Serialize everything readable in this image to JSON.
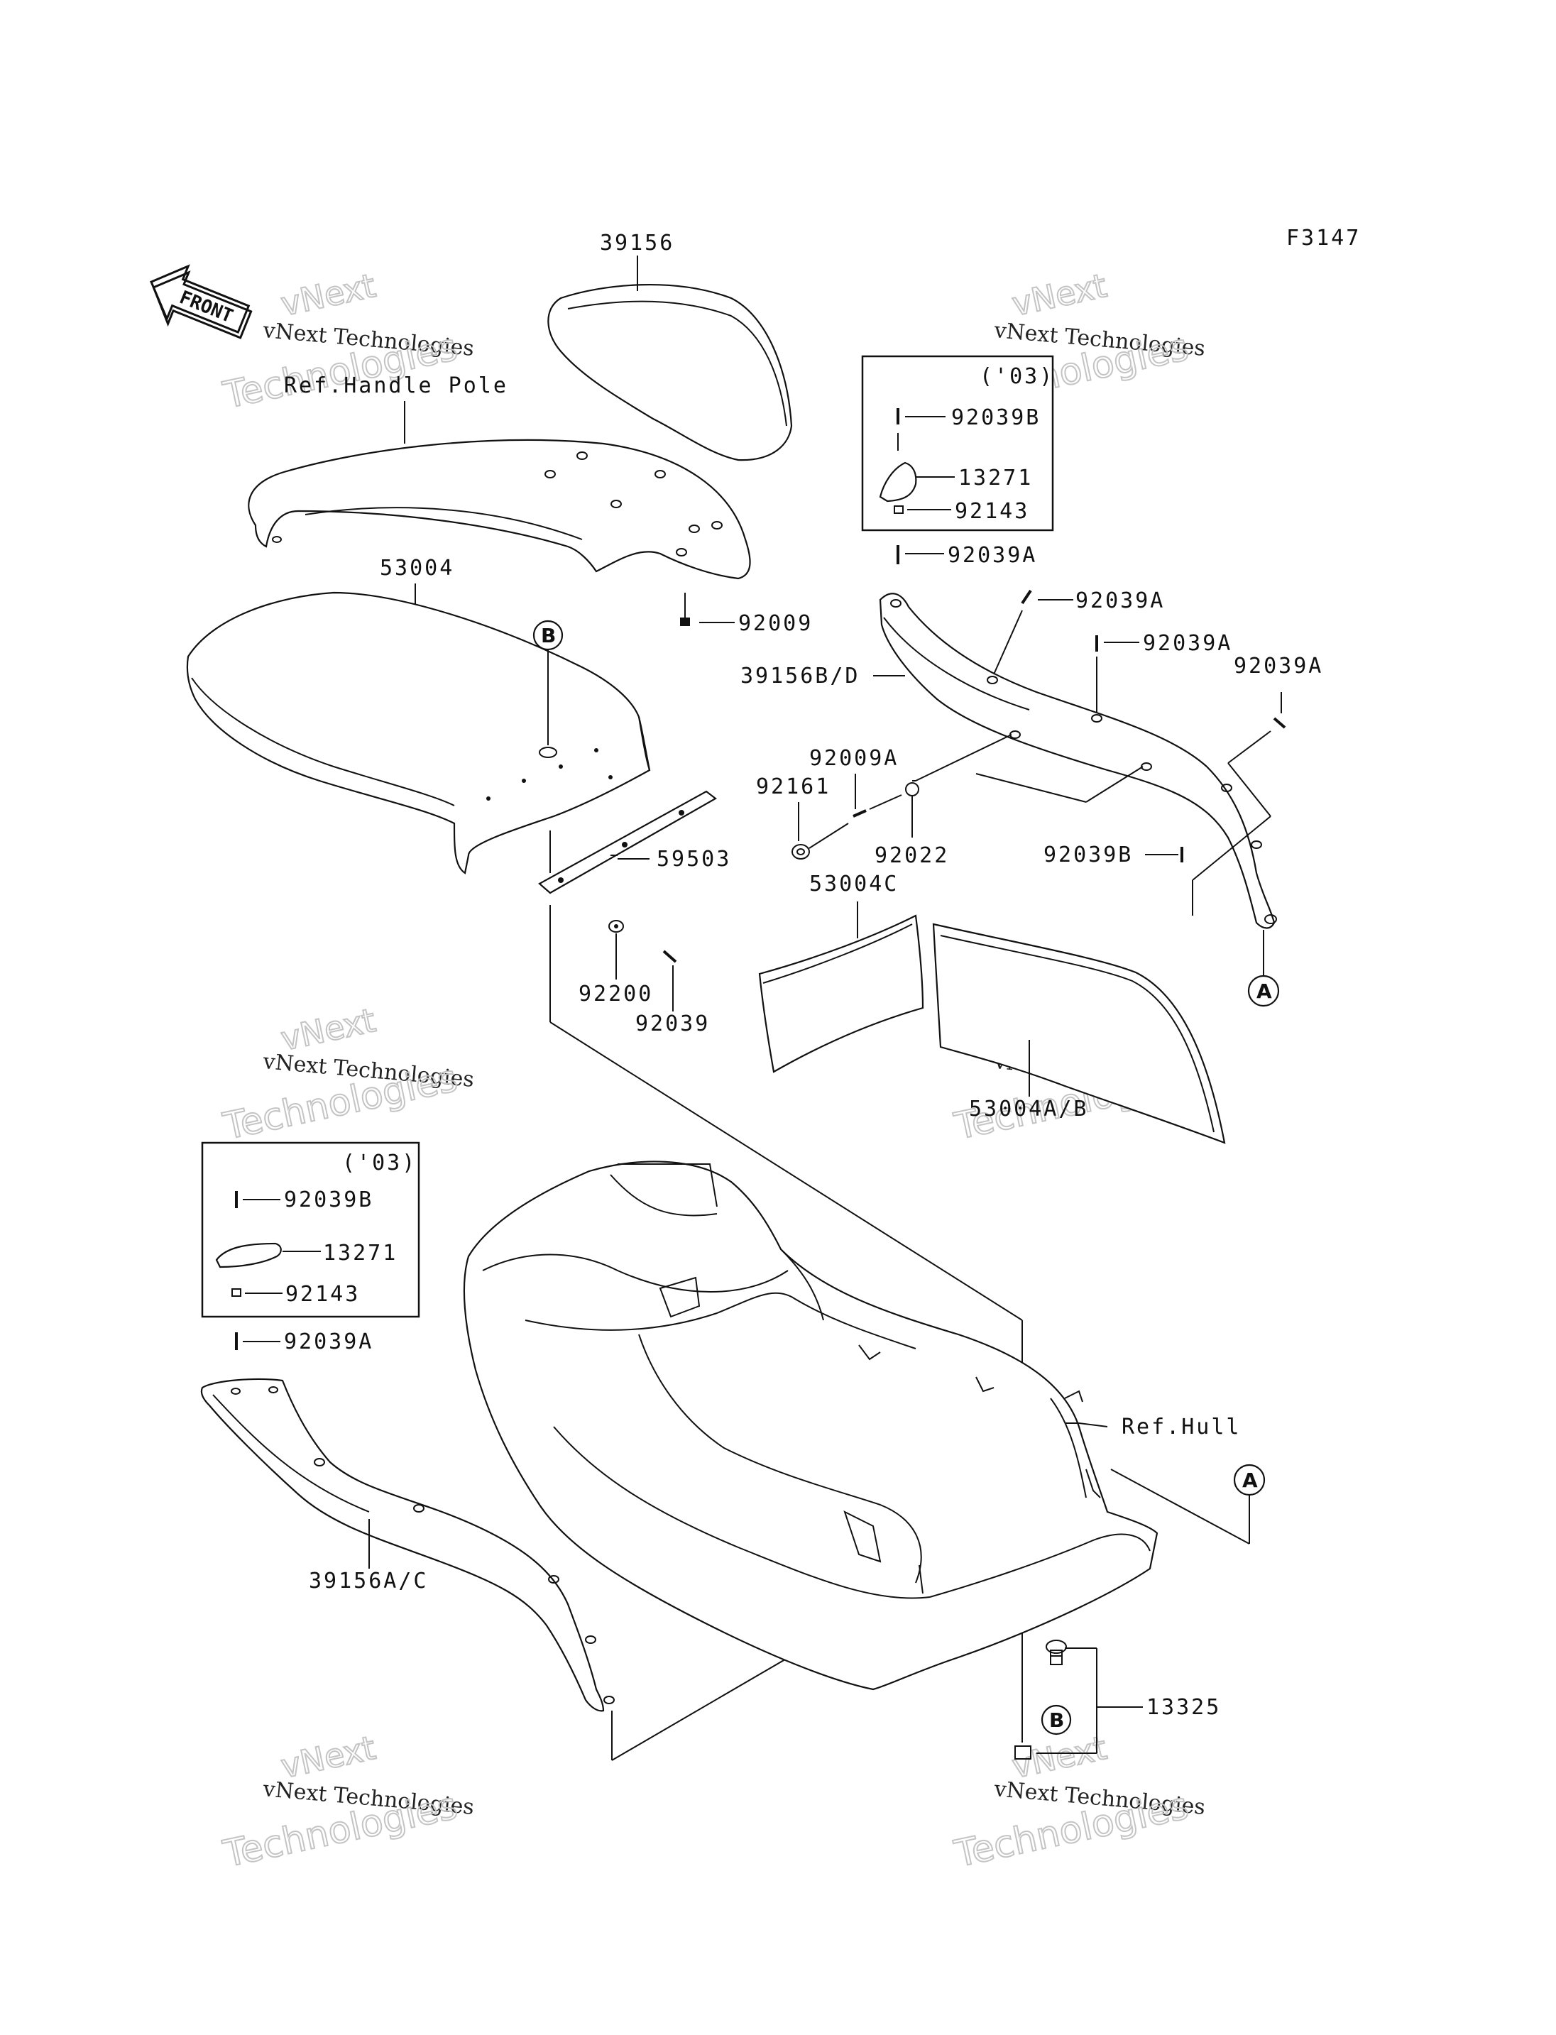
{
  "figure_code": "F3147",
  "front_badge": "FRONT",
  "watermark": {
    "line1": "vNext Technologies",
    "line2": "Technologies",
    "line3": "vNext"
  },
  "refs": {
    "handle_pole": "Ref.Handle Pole",
    "hull": "Ref.Hull"
  },
  "callouts": {
    "circle_a": "A",
    "circle_b": "B"
  },
  "inset_top": {
    "year": "('03)",
    "items": [
      "92039B",
      "13271",
      "92143"
    ]
  },
  "inset_left": {
    "year": "('03)",
    "items": [
      "92039B",
      "13271",
      "92143"
    ]
  },
  "parts": {
    "p39156": "39156",
    "p53004": "53004",
    "p92009": "92009",
    "p92039A_1": "92039A",
    "p92039A_2": "92039A",
    "p92039A_3": "92039A",
    "p92039A_4": "92039A",
    "p39156BD": "39156B/D",
    "p92009A": "92009A",
    "p92161": "92161",
    "p92022": "92022",
    "p92039B": "92039B",
    "p53004C": "53004C",
    "p59503": "59503",
    "p92200": "92200",
    "p92039": "92039",
    "p53004AB": "53004A/B",
    "p92039A_5": "92039A",
    "p39156AC": "39156A/C",
    "p13325": "13325"
  }
}
